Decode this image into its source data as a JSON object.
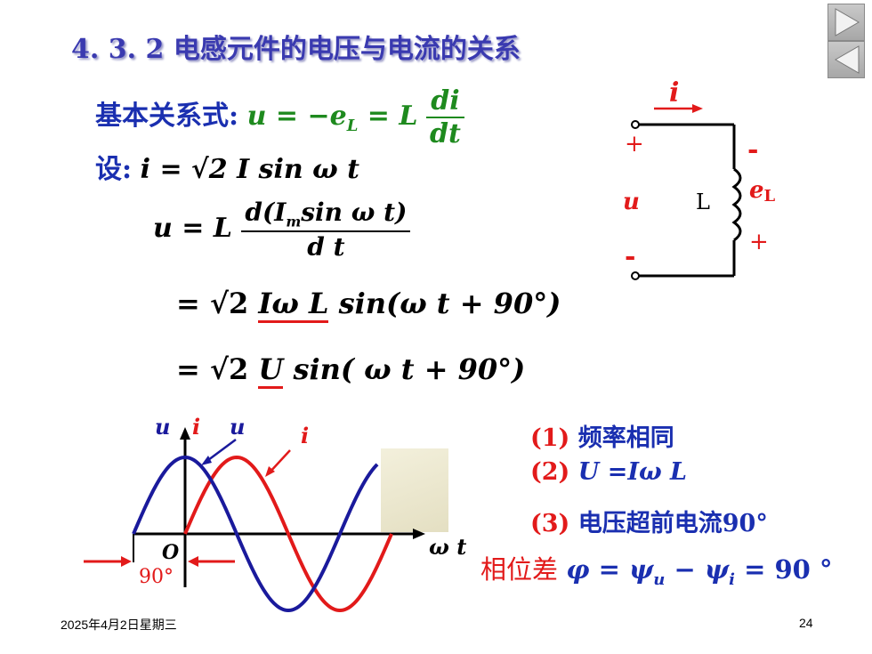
{
  "slide": {
    "title": "4. 3. 2 电感元件的电压与电流的关系",
    "basic_label": "基本关系式:",
    "basic_formula": "u = −e",
    "basic_formula_sub": "L",
    "basic_formula_eq": " = L",
    "frac1_num": "di",
    "frac1_den": "dt",
    "assume_label": "设:",
    "assume_formula": "i = √2 I sin ω t",
    "u_lhs": "u = L",
    "frac2_num": "d(I",
    "frac2_num_sub": "m",
    "frac2_num_rest": "sin ω t)",
    "frac2_den": "d t",
    "line3_prefix": "= √2",
    "line3_underlined": "Iω L",
    "line3_suffix": "sin(ω t + 90°)",
    "line4_prefix": "= √2",
    "line4_underlined": "U",
    "line4_suffix": "sin( ω t + 90°)"
  },
  "circuit": {
    "current_label": "i",
    "plus_top": "+",
    "minus_left": "-",
    "voltage_label": "u",
    "inductor_label": "L",
    "minus_right": "-",
    "emf_label": "e",
    "emf_sub": "L",
    "plus_right": "+"
  },
  "waveform": {
    "axis_u_label": "u",
    "axis_i_label": "i",
    "curve_u_label": "u",
    "curve_i_label": "i",
    "origin_label": "O",
    "x_axis_label": "ω t",
    "phase_label": "90°",
    "u_color": "#1a1a9c",
    "i_color": "#e21a1a"
  },
  "points": [
    {
      "num": "(1)",
      "text": " 频率相同"
    },
    {
      "num": "(2)",
      "text": " U =Iω L"
    },
    {
      "num": "(3)",
      "text": " 电压超前电流90°"
    }
  ],
  "phase_diff": {
    "label": "相位差",
    "formula": "φ = ψ",
    "sub_u": "u",
    "minus": " − ψ",
    "sub_i": "i",
    "result": " = 90 °"
  },
  "footer": {
    "date": "2025年4月2日星期三",
    "page": "24"
  },
  "nav": {
    "next_icon": "play-next-icon",
    "prev_icon": "play-prev-icon"
  }
}
